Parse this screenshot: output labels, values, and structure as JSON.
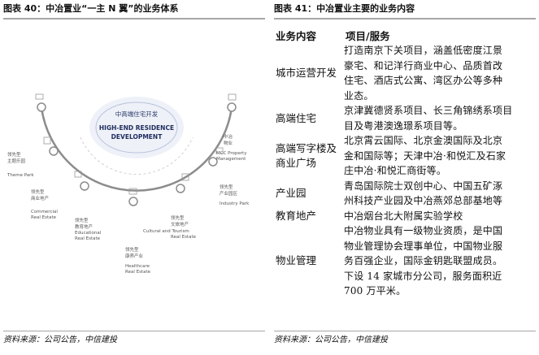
{
  "left": {
    "caption": "图表 40：中冶置业“一主 N 翼”的业务体系",
    "source": "资料来源：公司公告，中信建投",
    "center": {
      "zh": "中高端住宅开发",
      "en1": "HIGH-END RESIDENCE",
      "en2": "DEVELOPMENT"
    },
    "nodes": [
      {
        "zh": "领先型",
        "zh2": "主题乐园",
        "en": "Theme Park"
      },
      {
        "zh": "领先型",
        "zh2": "商业地产",
        "en": "Commercial",
        "en2": "Real Estate"
      },
      {
        "zh": "领先型",
        "zh2": "教育地产",
        "en": "Educational",
        "en2": "Real Estate"
      },
      {
        "zh": "领先型",
        "zh2": "康养产业",
        "en": "Healthcare",
        "en2": "Real Estate"
      },
      {
        "zh": "领先型",
        "zh2": "文旅地产",
        "en": "Cultural and Tourism",
        "en2": "Real Estate"
      },
      {
        "zh": "领先型",
        "zh2": "产业园区",
        "en": "Industry Park"
      },
      {
        "zh": "中冶",
        "zh2": "物业",
        "en": "MCC Property",
        "en2": "Management"
      }
    ]
  },
  "right": {
    "caption": "图表 41：中冶置业主要的业务内容",
    "source": "资料来源：公司公告，中信建投",
    "headers": [
      "业务内容",
      "项目/服务"
    ],
    "rows": [
      {
        "name": [
          "城市运营开发"
        ],
        "lines": [
          "打造南京下关项目，涵盖低密度江景",
          "豪宅、和记洋行商业中心、品质首改",
          "住宅、酒店式公寓、湾区办公等多种",
          "业态。"
        ]
      },
      {
        "name": [
          "高端住宅"
        ],
        "lines": [
          "京津冀德贤系项目、长三角锦绣系项目",
          "目及粤港澳逸璟系项目等。"
        ]
      },
      {
        "name": [
          "高端写字楼及",
          "商业广场"
        ],
        "lines": [
          "北京霄云国际、北京金澳国际及北京",
          "金和国际等；天津中冶·和悦汇及石家",
          "庄中冶·和悦汇商街等。"
        ]
      },
      {
        "name": [
          "产业园"
        ],
        "lines": [
          "青岛国际院士双创中心、中国五矿涿",
          "州科技产业园及中冶燕郊总部基地等"
        ]
      },
      {
        "name": [
          "教育地产"
        ],
        "lines": [
          "中冶烟台北大附属实验学校"
        ]
      },
      {
        "name": [
          "物业管理"
        ],
        "lines": [
          "中冶物业具有一级物业资质，是中国",
          "物业管理协会理事单位，中国物业服",
          "务百强企业，国际金钥匙联盟成员。",
          "下设 14 家城市分公司，服务面积近",
          "700 万平米。"
        ]
      }
    ]
  }
}
